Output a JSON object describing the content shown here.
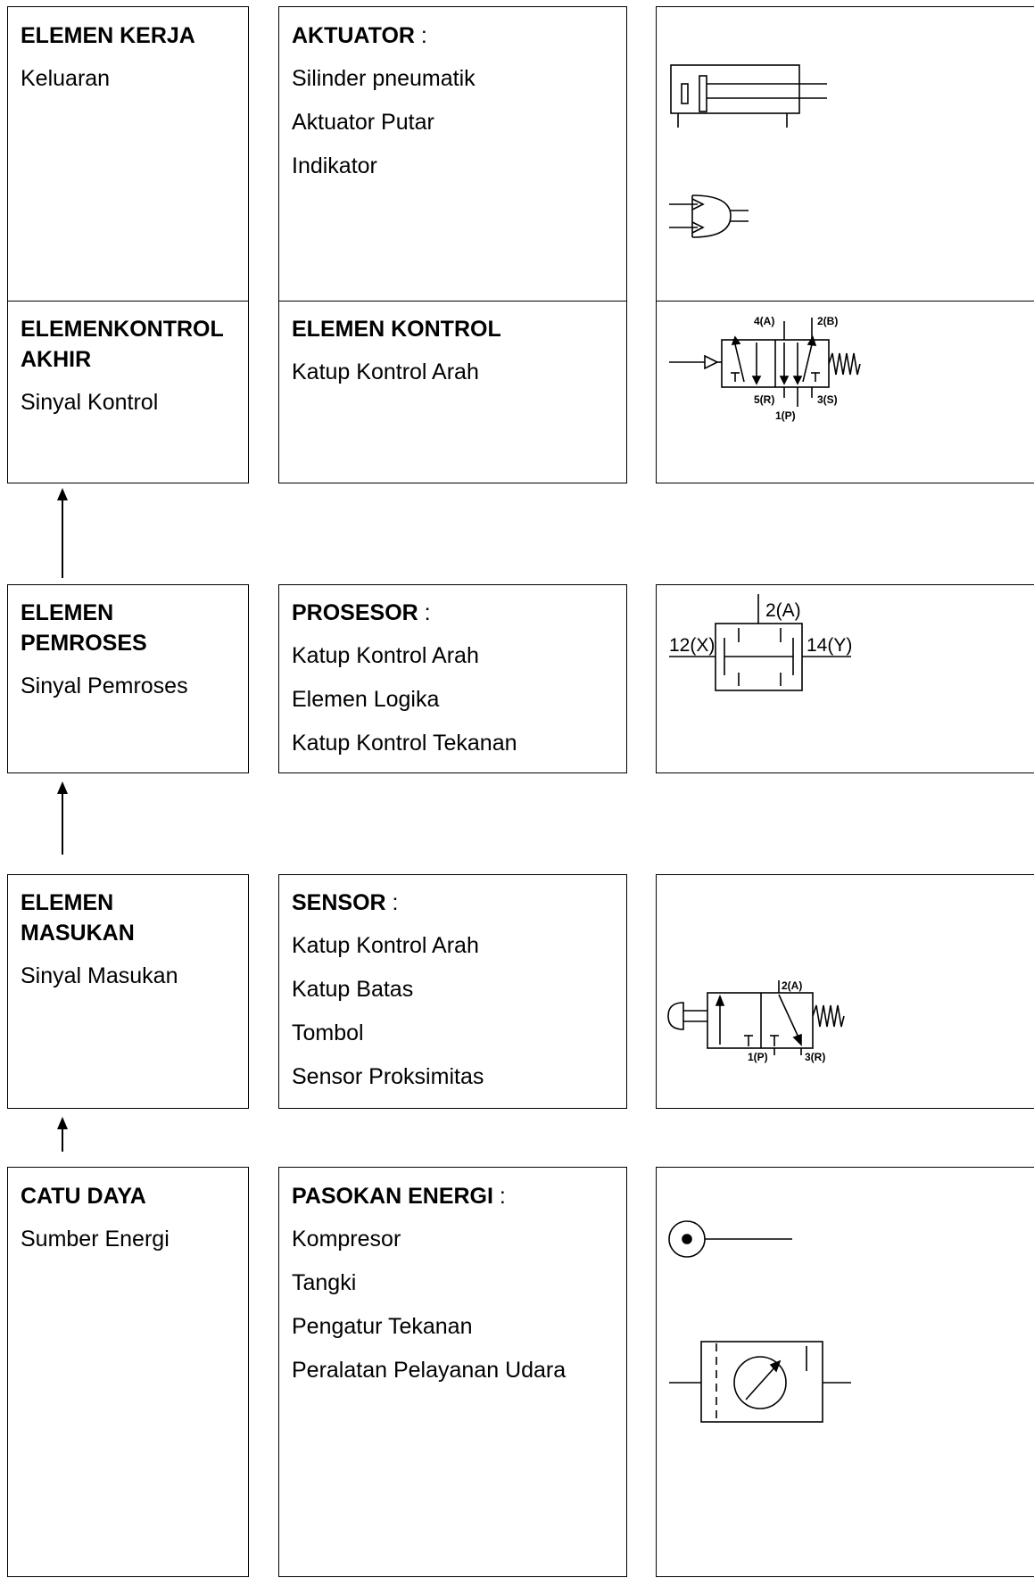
{
  "rows": [
    {
      "level": {
        "title": "ELEMEN KERJA",
        "subtitle": "Keluaran"
      },
      "category": {
        "title": "AKTUATOR",
        "suffix": " :",
        "items": [
          "Silinder pneumatik",
          "Aktuator Putar",
          "Indikator"
        ]
      }
    },
    {
      "level": {
        "title_line1": "ELEMENKONTROL",
        "title_line2": "AKHIR",
        "subtitle": "Sinyal Kontrol"
      },
      "category": {
        "title": "ELEMEN KONTROL",
        "items": [
          "Katup Kontrol Arah"
        ]
      },
      "symbol_labels": {
        "port_4": "4(A)",
        "port_2": "2(B)",
        "port_5": "5(R)",
        "port_3": "3(S)",
        "port_1": "1(P)"
      }
    },
    {
      "level": {
        "title_line1": "ELEMEN",
        "title_line2": "PEMROSES",
        "subtitle": "Sinyal Pemroses"
      },
      "category": {
        "title": "PROSESOR",
        "suffix": " :",
        "items": [
          "Katup Kontrol Arah",
          "Elemen Logika",
          "Katup Kontrol Tekanan"
        ]
      },
      "symbol_labels": {
        "port_2": "2(A)",
        "port_12": "12(X)",
        "port_14": "14(Y)"
      }
    },
    {
      "level": {
        "title_line1": "ELEMEN",
        "title_line2": "MASUKAN",
        "subtitle": "Sinyal Masukan"
      },
      "category": {
        "title": "SENSOR",
        "suffix": " :",
        "items": [
          "Katup Kontrol Arah",
          "Katup Batas",
          "Tombol",
          "Sensor Proksimitas"
        ]
      },
      "symbol_labels": {
        "port_2": "2(A)",
        "port_1": "1(P)",
        "port_3": "3(R)"
      }
    },
    {
      "level": {
        "title": "CATU DAYA",
        "subtitle": "Sumber Energi"
      },
      "category": {
        "title": "PASOKAN ENERGI",
        "suffix": " :",
        "items": [
          "Kompresor",
          "Tangki",
          "Pengatur  Tekanan",
          "Peralatan Pelayanan Udara"
        ]
      }
    }
  ],
  "icons": [
    "double-acting-cylinder-icon",
    "rotary-actuator-icon",
    "5-2-valve-icon",
    "or-shuttle-valve-icon",
    "3-2-pushbutton-valve-icon",
    "compressor-icon",
    "pressure-regulator-icon",
    "up-arrow-icon"
  ]
}
